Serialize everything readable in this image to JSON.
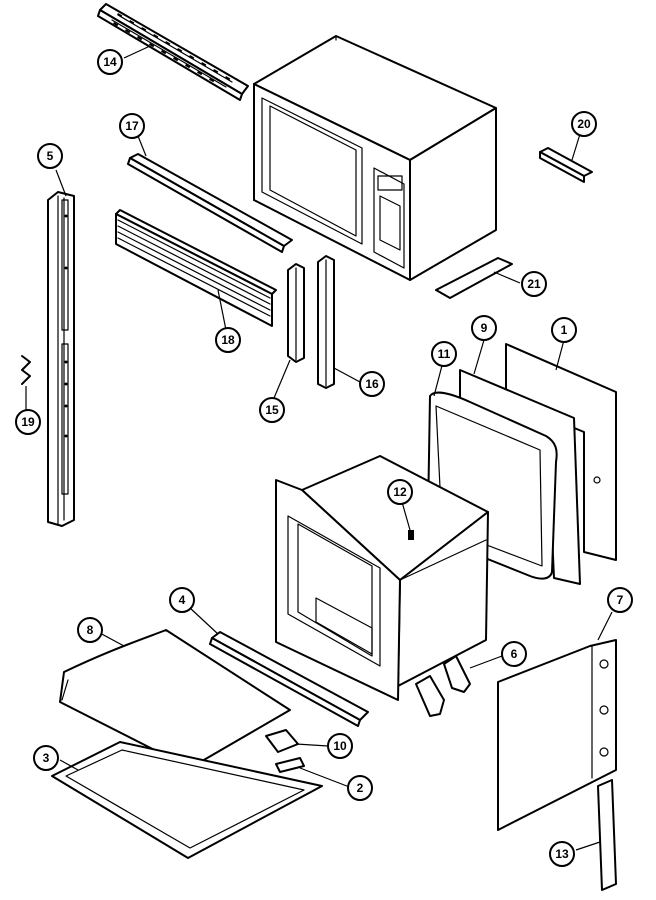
{
  "diagram": {
    "callouts": [
      "14",
      "17",
      "5",
      "18",
      "15",
      "16",
      "19",
      "20",
      "21",
      "9",
      "1",
      "11",
      "12",
      "4",
      "8",
      "6",
      "7",
      "10",
      "3",
      "2",
      "13"
    ]
  }
}
